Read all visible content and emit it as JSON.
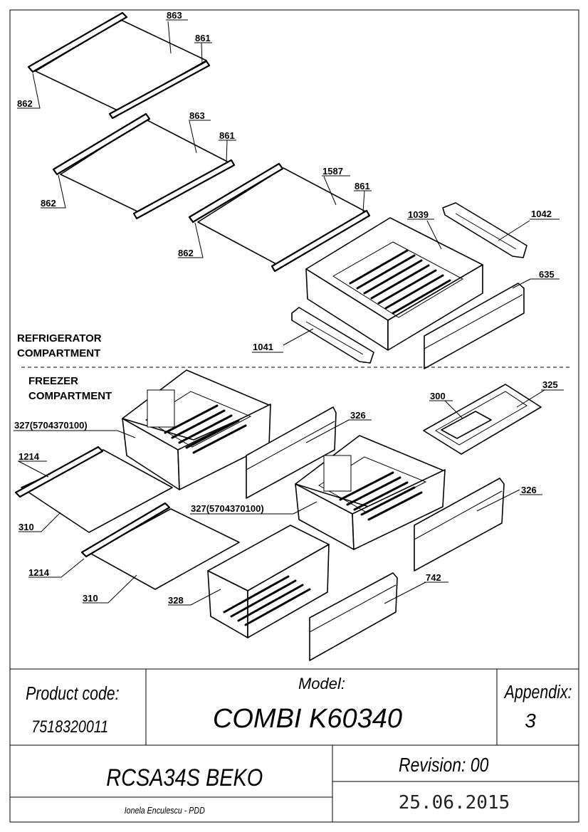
{
  "sections": {
    "refrigerator": [
      "REFRIGERATOR",
      "COMPARTMENT"
    ],
    "freezer": [
      "FREEZER",
      "COMPARTMENT"
    ]
  },
  "parts": {
    "p863a": "863",
    "p861a": "861",
    "p862a": "862",
    "p863b": "863",
    "p861b": "861",
    "p862b": "862",
    "p1587": "1587",
    "p861c": "861",
    "p862c": "862",
    "p1039": "1039",
    "p1042": "1042",
    "p635": "635",
    "p1041": "1041",
    "p327a": "327(5704370100)",
    "p326a": "326",
    "p300": "300",
    "p325": "325",
    "p1214a": "1214",
    "p310a": "310",
    "p327b": "327(5704370100)",
    "p326b": "326",
    "p1214b": "1214",
    "p310b": "310",
    "p328": "328",
    "p742": "742"
  },
  "title_block": {
    "product_code_label": "Product code:",
    "product_code": "7518320011",
    "model_label": "Model:",
    "model": "COMBI K60340",
    "appendix_label": "Appendix:",
    "appendix": "3",
    "variant": "RCSA34S BEKO",
    "revision": "Revision: 00",
    "author": "Ionela Enculescu - PDD",
    "date": "25.06.2015"
  }
}
